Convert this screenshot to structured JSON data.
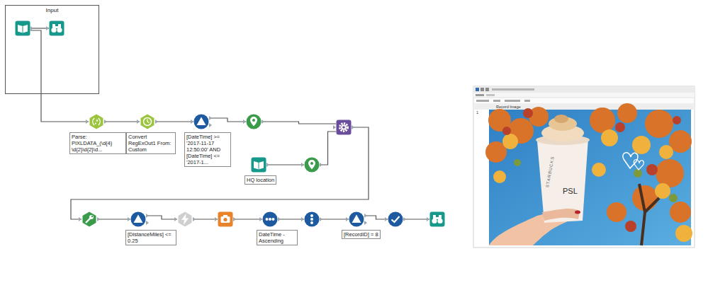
{
  "diagram": {
    "nodes": [
      {
        "text": [
          "Input"
        ]
      },
      {
        "text": [],
        "in": 0
      },
      {
        "text": [],
        "in": 0
      },
      {
        "text": [
          "Parse: PIXLDATA_(\\d{4} \\d{2}\\d{2}\\d..."
        ]
      },
      {
        "text": [
          "Convert RegExOut1 From: Custom"
        ]
      },
      {
        "text": [
          "[DateTime] >= '2017-11-17 12:50:00' AND [DateTime] <= '2017-1..."
        ]
      },
      {
        "text": []
      },
      {
        "text": [
          "HQ location"
        ]
      },
      {
        "text": []
      },
      {
        "text": []
      },
      {
        "text": []
      },
      {
        "text": [
          "[DistanceMiles] <= 0.25"
        ]
      },
      {
        "text": []
      },
      {
        "text": []
      },
      {
        "text": [
          "DateTime - Ascending"
        ]
      },
      {
        "text": []
      },
      {
        "text": [
          "[RecordID] = 8"
        ]
      },
      {
        "text": []
      },
      {
        "text": []
      }
    ],
    "edges": [
      {
        "from": 1,
        "to": 2,
        "arrow": "none"
      },
      {
        "from": 1,
        "to": 3,
        "arrow": "none"
      },
      {
        "from": 3,
        "to": 4,
        "arrow": "none"
      },
      {
        "from": 4,
        "to": 5,
        "arrow": "none"
      },
      {
        "from": 5,
        "to": 6,
        "arrow": "none"
      },
      {
        "from": 6,
        "to": 9,
        "arrow": "none"
      },
      {
        "from": 7,
        "to": 8,
        "arrow": "none"
      },
      {
        "from": 8,
        "to": 9,
        "arrow": "none"
      },
      {
        "from": 9,
        "to": 10,
        "arrow": "none"
      },
      {
        "from": 10,
        "to": 11,
        "arrow": "none"
      },
      {
        "from": 11,
        "to": 12,
        "arrow": "none"
      },
      {
        "from": 12,
        "to": 13,
        "arrow": "none"
      },
      {
        "from": 13,
        "to": 14,
        "arrow": "none"
      },
      {
        "from": 14,
        "to": 15,
        "arrow": "none"
      },
      {
        "from": 15,
        "to": 16,
        "arrow": "none"
      },
      {
        "from": 16,
        "to": 17,
        "arrow": "none"
      },
      {
        "from": 17,
        "to": 18,
        "arrow": "none"
      }
    ],
    "labels": [
      "Record Image",
      "1",
      "STARBUCKS",
      "PSL"
    ]
  }
}
